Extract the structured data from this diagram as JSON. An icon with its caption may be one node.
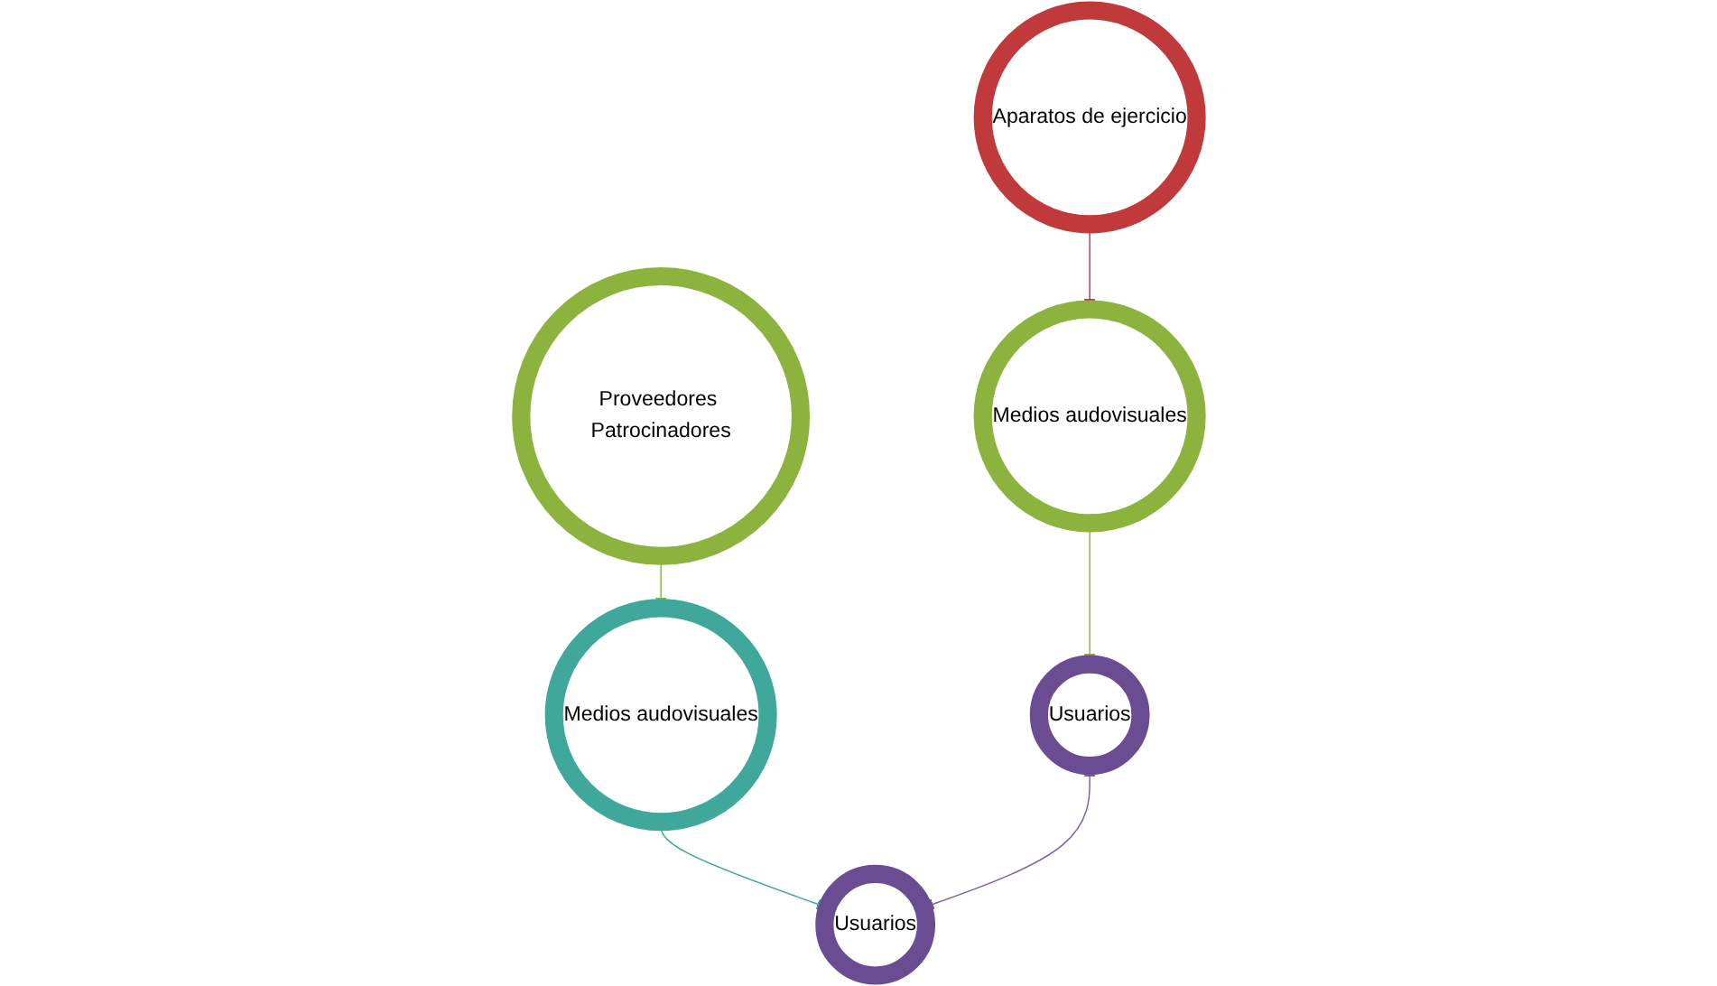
{
  "diagram": {
    "nodes": [
      {
        "text": [
          "Aparatos de ejercicio"
        ]
      },
      {
        "text": [
          "Medios audovisuales"
        ]
      },
      {
        "text": [
          "Usuarios"
        ]
      },
      {
        "text": [
          "Proveedores Patrocinadores"
        ]
      },
      {
        "text": [
          "Medios audovisuales"
        ]
      },
      {
        "text": [
          "Usuarios"
        ]
      }
    ],
    "edges": [
      {
        "from": 0,
        "to": 1,
        "arrow": "to",
        "color": "#c0393b"
      },
      {
        "from": 1,
        "to": 2,
        "arrow": "to",
        "color": "#8db33f"
      },
      {
        "from": 3,
        "to": 4,
        "arrow": "to",
        "color": "#8db33f"
      },
      {
        "from": 4,
        "to": 5,
        "arrow": "to",
        "color": "#3fa89a"
      },
      {
        "from": 2,
        "to": 5,
        "arrow": "both",
        "color": "#7b5ea7"
      }
    ]
  }
}
